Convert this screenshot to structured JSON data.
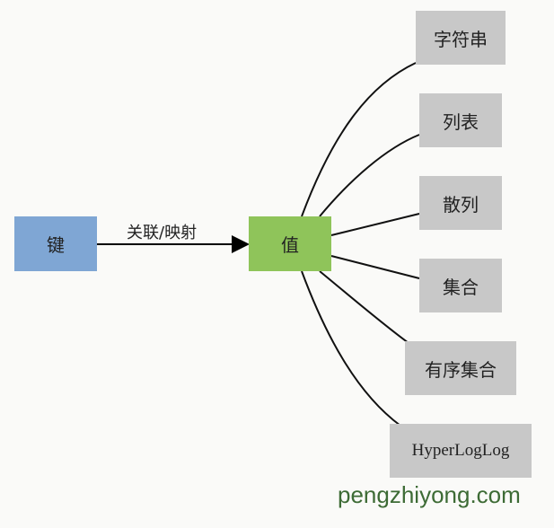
{
  "key": "键",
  "value": "值",
  "edge_label": "关联/映射",
  "types": [
    "字符串",
    "列表",
    "散列",
    "集合",
    "有序集合",
    "HyperLogLog"
  ],
  "watermark": "pengzhiyong.com",
  "colors": {
    "key": "#7fa6d4",
    "value": "#8fc45a",
    "type": "#c8c8c8"
  }
}
